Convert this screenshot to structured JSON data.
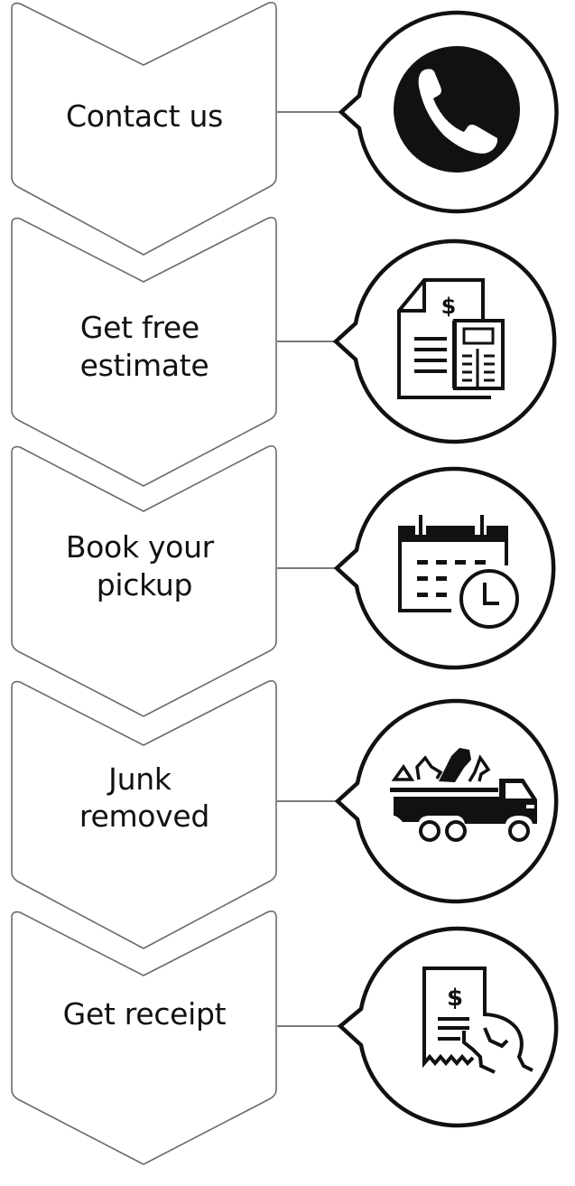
{
  "diagram": {
    "type": "process-flow",
    "colors": {
      "chevron_stroke": "#6b6b6b",
      "connector": "#7a7a7a",
      "circle_stroke": "#111111",
      "icon": "#111111",
      "text": "#111111",
      "background": "#ffffff"
    },
    "steps": [
      {
        "lines": [
          "Contact us"
        ],
        "icon": "phone-icon"
      },
      {
        "lines": [
          "Get free",
          "estimate"
        ],
        "icon": "invoice-calculator-icon"
      },
      {
        "lines": [
          "Book your",
          "pickup"
        ],
        "icon": "calendar-clock-icon"
      },
      {
        "lines": [
          "Junk",
          "removed"
        ],
        "icon": "dump-truck-icon"
      },
      {
        "lines": [
          "Get receipt"
        ],
        "icon": "receipt-hand-icon"
      }
    ]
  }
}
